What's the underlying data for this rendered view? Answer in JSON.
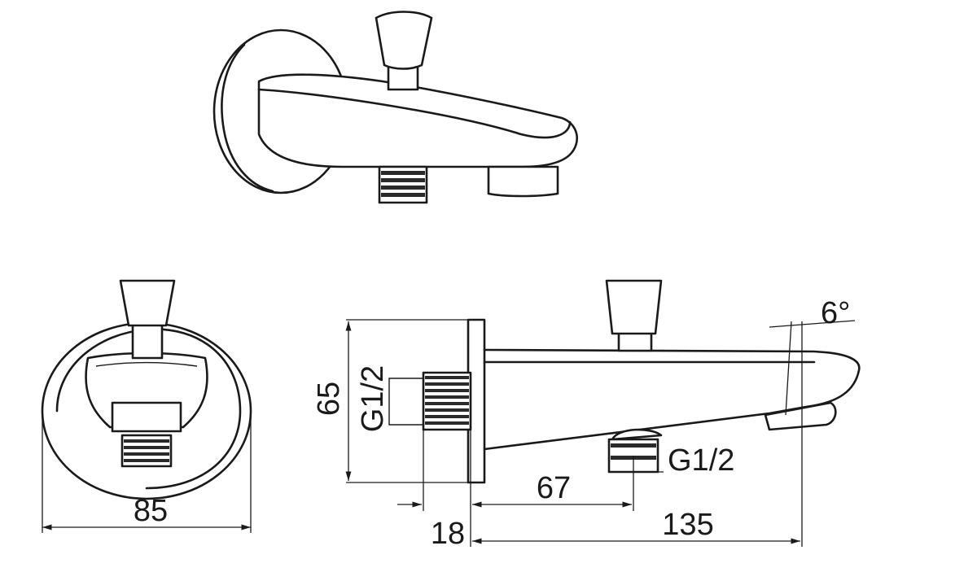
{
  "drawing": {
    "front_view": {
      "width_label": "85"
    },
    "side_view": {
      "height_label": "65",
      "wall_thread_label": "G1/2",
      "outlet_thread_label": "G1/2",
      "outlet_offset_label": "67",
      "plate_depth_label": "18",
      "projection_label": "135",
      "angle_label": "6°"
    }
  }
}
